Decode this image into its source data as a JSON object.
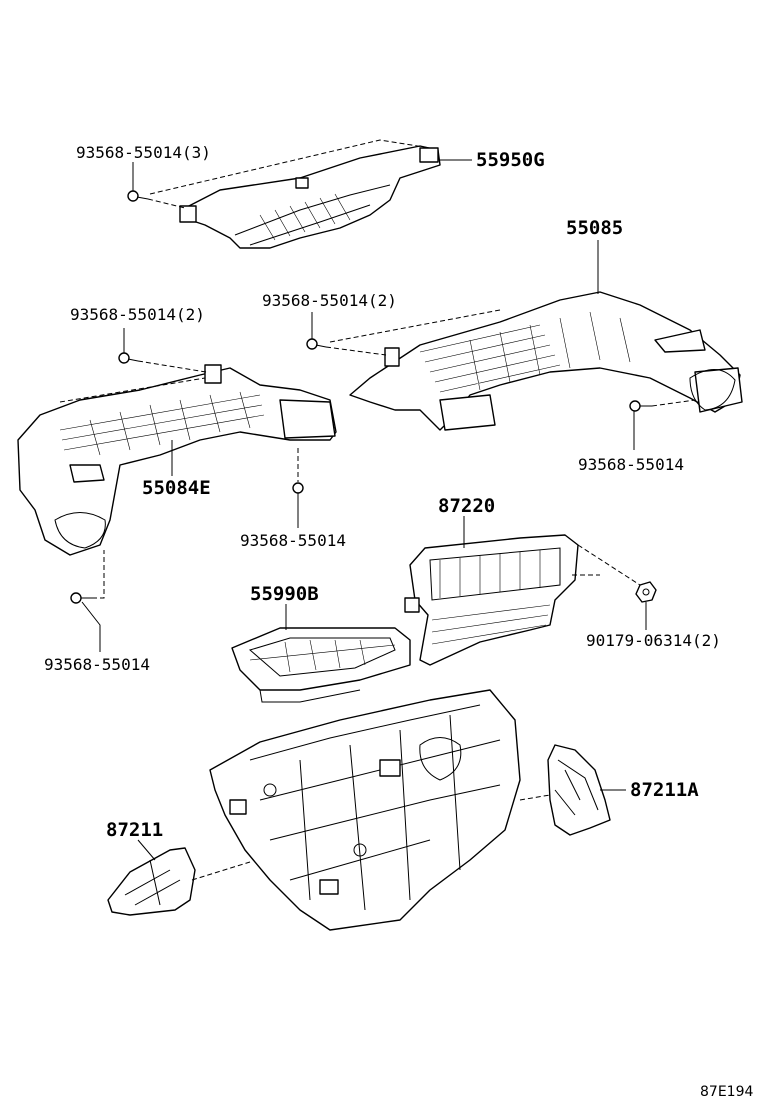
{
  "callouts": {
    "screw_top": "93568-55014(3)",
    "duct_top": "55950G",
    "duct_right": "55085",
    "screw_mid_left": "93568-55014(2)",
    "screw_mid_center": "93568-55014(2)",
    "screw_right": "93568-55014",
    "duct_left": "55084E",
    "screw_below_left_duct": "93568-55014",
    "register": "87220",
    "nut": "90179-06314(2)",
    "filter_cover": "55990B",
    "screw_bottom_left": "93568-55014",
    "cover_right": "87211A",
    "cover_left": "87211"
  },
  "diagram_code": "87E194"
}
